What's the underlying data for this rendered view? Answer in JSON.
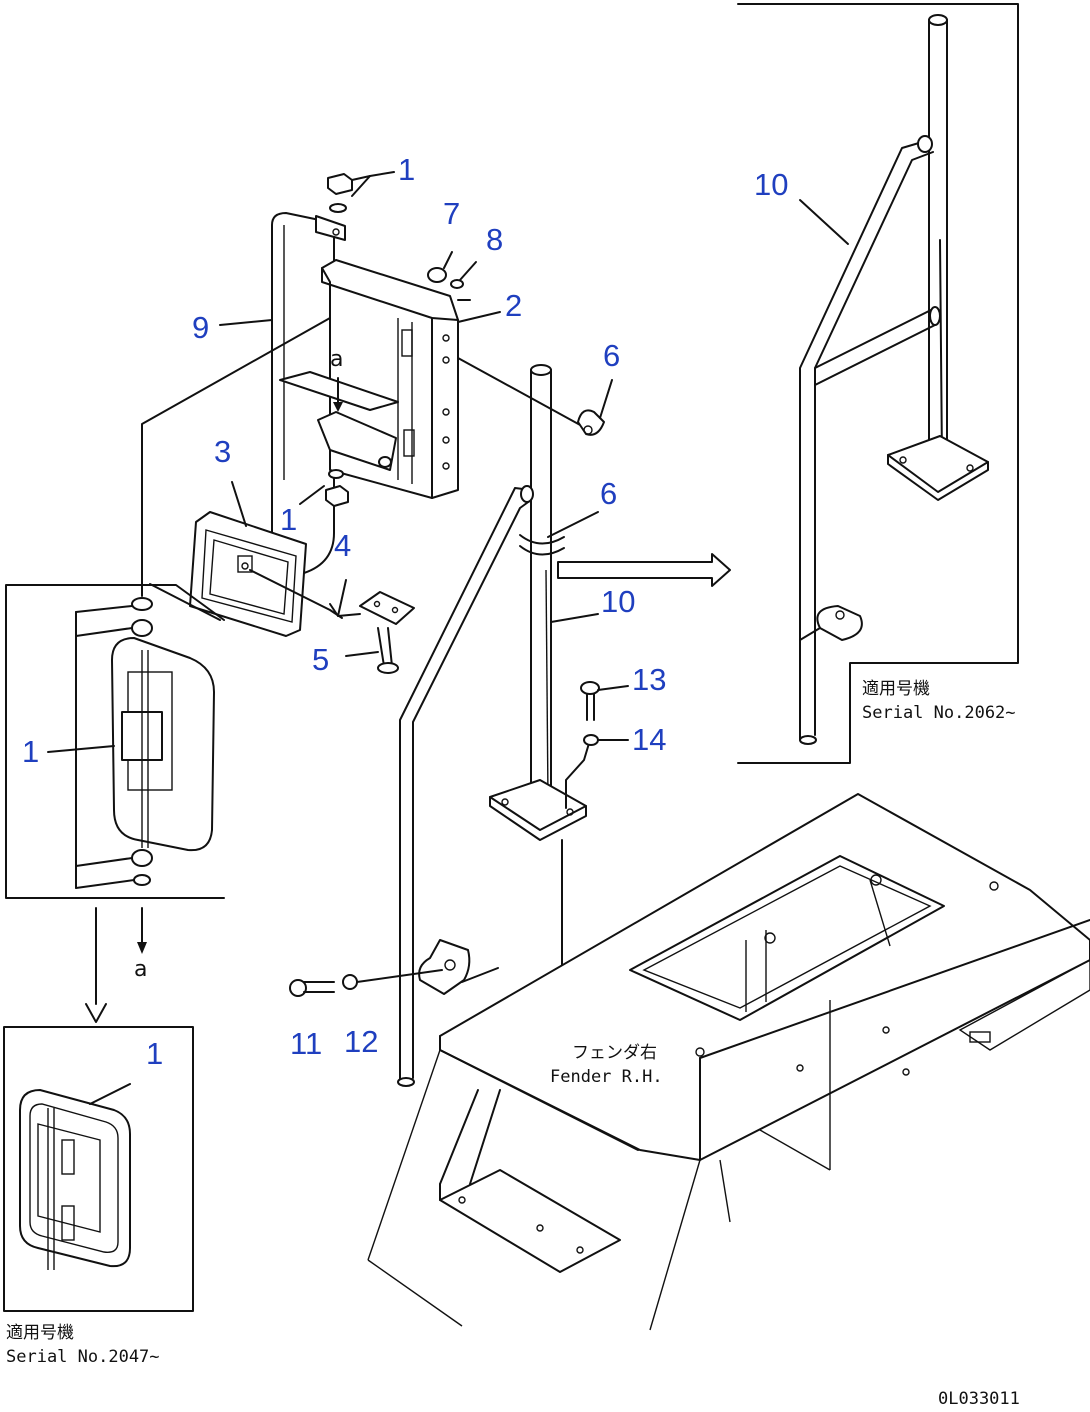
{
  "callouts": {
    "top_nut": "1",
    "washer_7": "7",
    "washer_8": "8",
    "bracket_2": "2",
    "mirror_9": "9",
    "clamp_6_top": "6",
    "mirror_3": "3",
    "lower_nut": "1",
    "bracket_4": "4",
    "clamp_6_mid": "6",
    "stay_10_main": "10",
    "bolt_5": "5",
    "bolt_13": "13",
    "washer_14": "14",
    "inset_mirror_1": "1",
    "bolt_11": "11",
    "washer_12": "12",
    "inset_bottom_1": "1",
    "inset_stay_10": "10"
  },
  "marks": {
    "view_a_top": "a",
    "view_a_lower": "a"
  },
  "labels": {
    "fender_jp": "フェンダ右",
    "fender_en": "Fender R.H.",
    "applicable_jp": "適用号機",
    "serial_right": "Serial No.2062~",
    "serial_bottom": "Serial No.2047~",
    "drawing_code": "0L033011"
  }
}
